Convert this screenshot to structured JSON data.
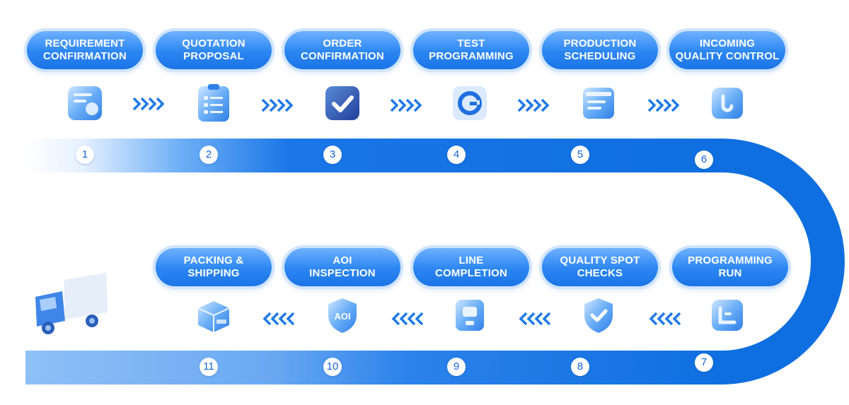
{
  "steps": [
    {
      "number": "1",
      "label": "REQUIREMENT\nCONFIRMATION",
      "icon": "chat-doc-icon"
    },
    {
      "number": "2",
      "label": "QUOTATION\nPROPOSAL",
      "icon": "clipboard-icon"
    },
    {
      "number": "3",
      "label": "ORDER\nCONFIRMATION",
      "icon": "checkmark-icon"
    },
    {
      "number": "4",
      "label": "TEST\nPROGRAMMING",
      "icon": "g-logo-icon"
    },
    {
      "number": "5",
      "label": "PRODUCTION\nSCHEDULING",
      "icon": "calendar-list-icon"
    },
    {
      "number": "6",
      "label": "INCOMING\nQUALITY CONTROL",
      "icon": "sensor-icon"
    },
    {
      "number": "7",
      "label": "PROGRAMMING\nRUN",
      "icon": "chip-icon"
    },
    {
      "number": "8",
      "label": "QUALITY SPOT\nCHECKS",
      "icon": "shield-check-icon"
    },
    {
      "number": "9",
      "label": "LINE\nCOMPLETION",
      "icon": "device-icon"
    },
    {
      "number": "10",
      "label": "AOI\nINSPECTION",
      "icon": "aoi-shield-icon"
    },
    {
      "number": "11",
      "label": "PACKING &\nSHIPPING",
      "icon": "package-icon"
    }
  ],
  "icon_labels": {
    "aoi": "AOI"
  },
  "colors": {
    "accent": "#1c74e6",
    "light": "#cfe4ff",
    "track_dark": "#0f6fe0",
    "chevron": "#1f7ae8"
  }
}
